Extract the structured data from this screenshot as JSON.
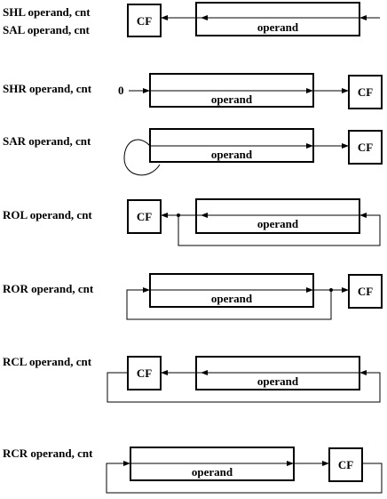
{
  "instructions": [
    {
      "id": "shl-sal",
      "lines": [
        "SHL operand, cnt",
        "SAL operand, cnt"
      ],
      "operand_label": "operand",
      "flag_label": "CF"
    },
    {
      "id": "shr",
      "lines": [
        "SHR operand, cnt"
      ],
      "input_value": "0",
      "operand_label": "operand",
      "flag_label": "CF"
    },
    {
      "id": "sar",
      "lines": [
        "SAR operand, cnt"
      ],
      "operand_label": "operand",
      "flag_label": "CF"
    },
    {
      "id": "rol",
      "lines": [
        "ROL operand, cnt"
      ],
      "operand_label": "operand",
      "flag_label": "CF"
    },
    {
      "id": "ror",
      "lines": [
        "ROR operand, cnt"
      ],
      "operand_label": "operand",
      "flag_label": "CF"
    },
    {
      "id": "rcl",
      "lines": [
        "RCL operand, cnt"
      ],
      "operand_label": "operand",
      "flag_label": "CF"
    },
    {
      "id": "rcr",
      "lines": [
        "RCR operand, cnt"
      ],
      "operand_label": "operand",
      "flag_label": "CF"
    }
  ]
}
